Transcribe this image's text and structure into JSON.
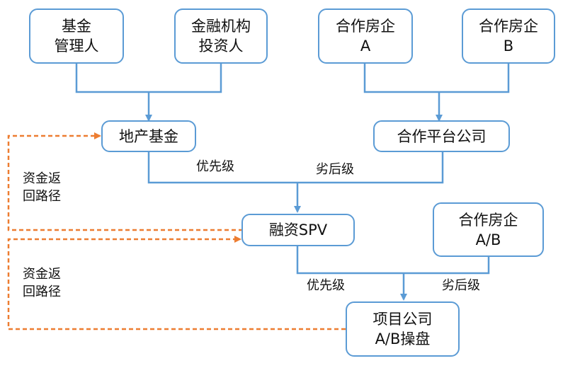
{
  "colors": {
    "node_border": "#5b9bd5",
    "flow_line": "#5b9bd5",
    "return_line": "#ed7d31"
  },
  "nodes": {
    "fund_manager": {
      "lines": [
        "基金",
        "管理人"
      ]
    },
    "fin_investor": {
      "lines": [
        "金融机构",
        "投资人"
      ]
    },
    "developer_a": {
      "lines": [
        "合作房企",
        "A"
      ]
    },
    "developer_b": {
      "lines": [
        "合作房企",
        "B"
      ]
    },
    "property_fund": {
      "lines": [
        "地产基金"
      ]
    },
    "coop_platform": {
      "lines": [
        "合作平台公司"
      ]
    },
    "spv": {
      "lines": [
        "融资SPV"
      ]
    },
    "developer_ab": {
      "lines": [
        "合作房企",
        "A/B"
      ]
    },
    "project_co": {
      "lines": [
        "项目公司",
        "A/B操盘"
      ]
    }
  },
  "labels": {
    "senior_top": "优先级",
    "junior_top": "劣后级",
    "senior_bottom": "优先级",
    "junior_bottom": "劣后级",
    "return_top": [
      "资金返",
      "回路径"
    ],
    "return_bottom": [
      "资金返",
      "回路径"
    ]
  }
}
